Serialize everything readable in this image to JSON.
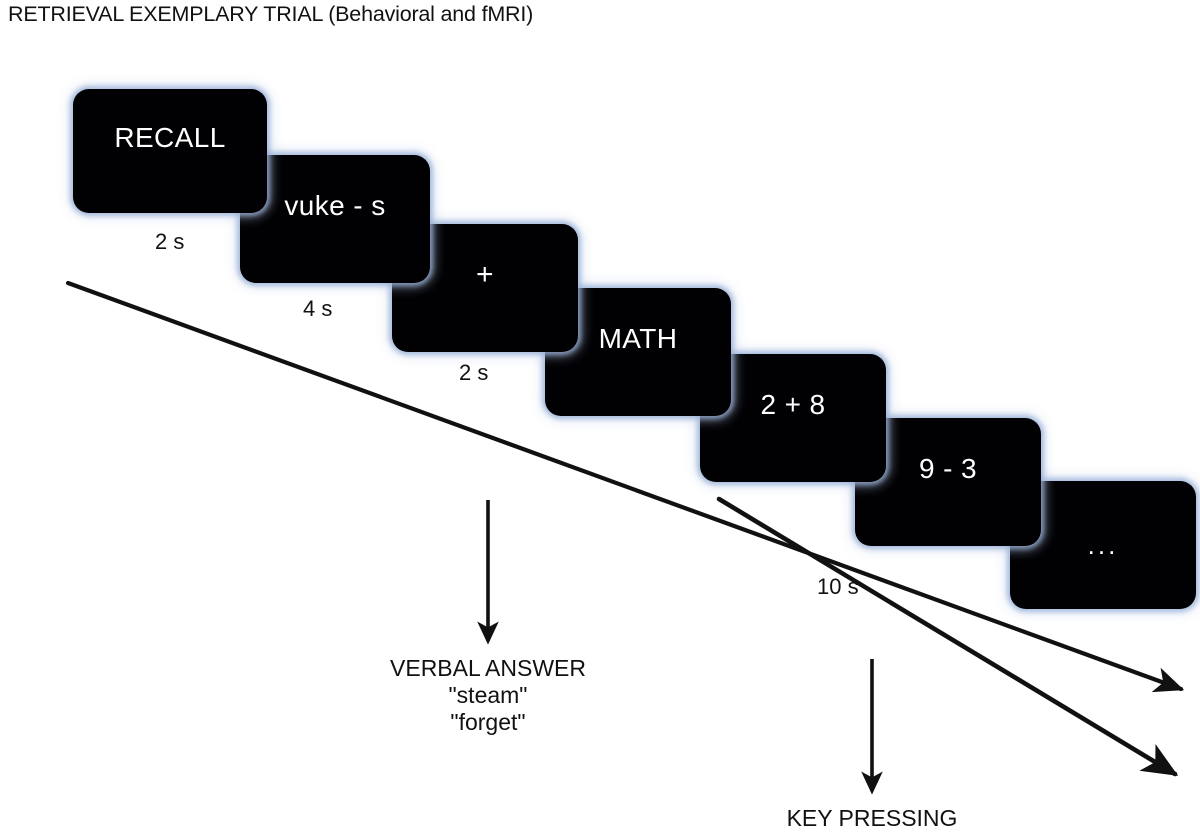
{
  "figure": {
    "title": "RETRIEVAL EXEMPLARY TRIAL (Behavioral and fMRI)"
  },
  "cards": [
    {
      "id": "recall",
      "label": "RECALL"
    },
    {
      "id": "cue",
      "label": "vuke - s"
    },
    {
      "id": "fixation",
      "label": "+"
    },
    {
      "id": "math",
      "label": "MATH"
    },
    {
      "id": "math1",
      "label": "2 + 8"
    },
    {
      "id": "math2",
      "label": "9 - 3"
    },
    {
      "id": "math3",
      "label": "..."
    }
  ],
  "durations": [
    {
      "id": "recall-duration",
      "label": "2 s"
    },
    {
      "id": "cue-duration",
      "label": "4 s"
    },
    {
      "id": "fixation-duration",
      "label": "2 s"
    },
    {
      "id": "math-duration",
      "label": "10 s"
    }
  ],
  "outcomes": {
    "verbal": {
      "heading": "VERBAL ANSWER",
      "response_1": "\"steam\"",
      "response_2": "\"forget\""
    },
    "key": {
      "heading": "KEY PRESSING"
    }
  },
  "colors": {
    "background": "#ffffff",
    "card_fill": "#010104",
    "card_glow": "#96afd7",
    "card_text": "#ffffff",
    "ink": "#111111"
  }
}
